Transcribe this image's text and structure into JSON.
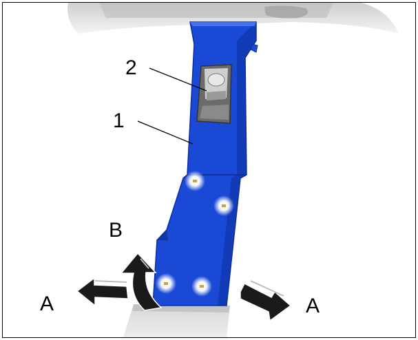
{
  "callouts": {
    "part_1": "1",
    "part_2": "2"
  },
  "directions": {
    "b": "B",
    "a_left": "A",
    "a_right": "A"
  },
  "colors": {
    "pillar_trim": "#1a49d6",
    "pillar_shadow": "#0d2f9e",
    "roof_grey": "#e2e2e2",
    "clip_glow": "#fff7c2",
    "arrow": "#1a1a1a"
  },
  "icons": {
    "clip": "retaining-clip-icon",
    "pull_arrow": "arrow-icon",
    "lift_arrow": "curved-arrow-icon"
  }
}
